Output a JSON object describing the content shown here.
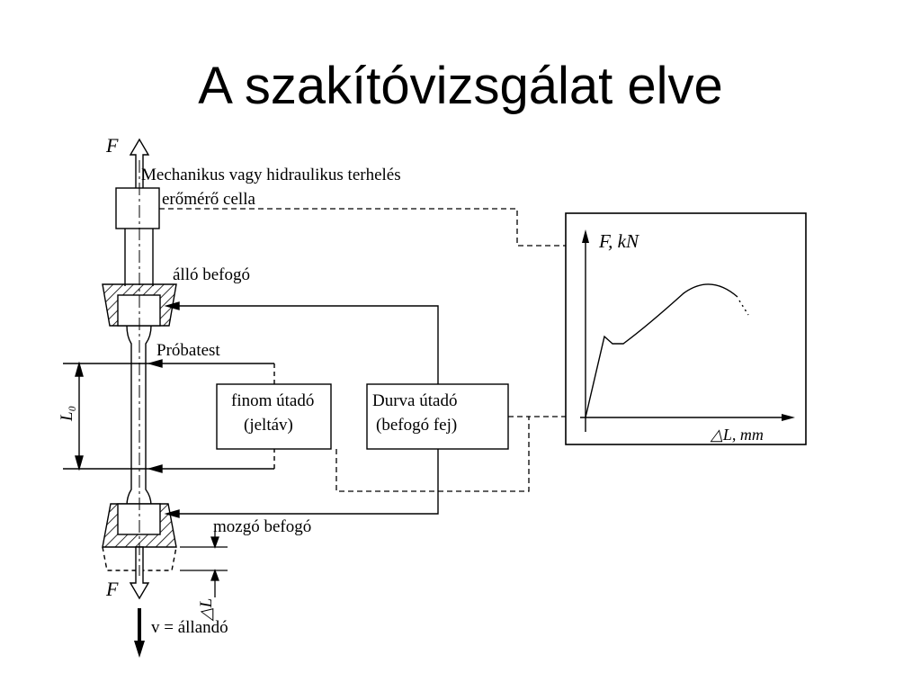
{
  "title": "A szakítóvizsgálat elve",
  "labels": {
    "force_top": "F",
    "force_bottom": "F",
    "loading": "Mechanikus vagy hidraulikus terhelés",
    "load_cell": "erőmérő cella",
    "fixed_grip": "álló befogó",
    "specimen": "Próbatest",
    "gauge_length": "L₀",
    "fine_transducer_line1": "finom útadó",
    "fine_transducer_line2": "(jeltáv)",
    "coarse_transducer_line1": "Durva útadó",
    "coarse_transducer_line2": "(befogó fej)",
    "moving_grip": "mozgó befogó",
    "delta_l": "△L",
    "speed": "v = állandó",
    "plot_y_axis": "F, kN",
    "plot_x_axis": "△L, mm"
  },
  "colors": {
    "line": "#000000",
    "background": "#ffffff"
  }
}
